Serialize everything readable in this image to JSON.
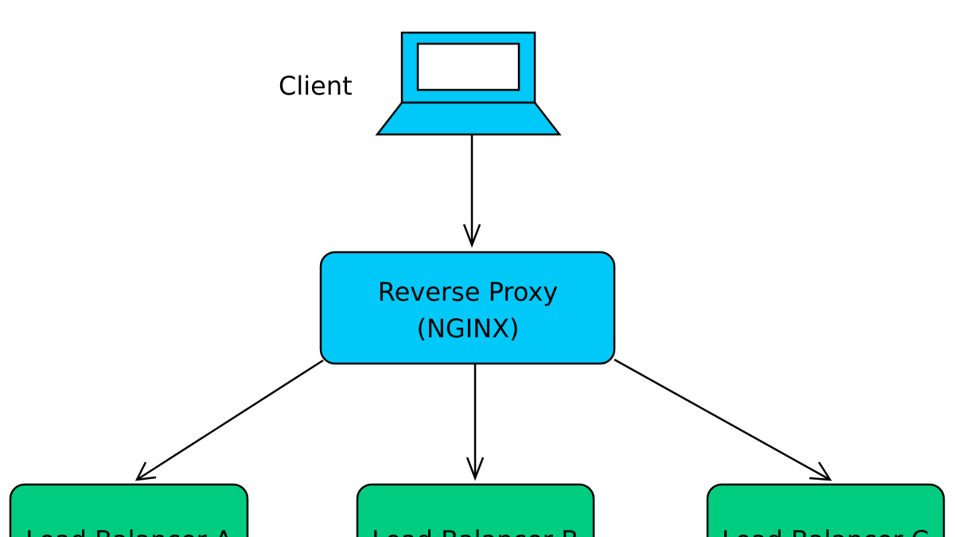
{
  "diagram": {
    "client": {
      "label": "Client",
      "icon": "laptop-icon",
      "color": "#00c8f8"
    },
    "proxy": {
      "line1": "Reverse Proxy",
      "line2": "(NGINX)",
      "color": "#00c8f8"
    },
    "balancers": [
      {
        "label": "Load Balancer A",
        "color": "#00cc80"
      },
      {
        "label": "Load Balancer B",
        "color": "#00cc80"
      },
      {
        "label": "Load Balancer C",
        "color": "#00cc80"
      }
    ],
    "edges": [
      {
        "from": "Client",
        "to": "Reverse Proxy"
      },
      {
        "from": "Reverse Proxy",
        "to": "Load Balancer A"
      },
      {
        "from": "Reverse Proxy",
        "to": "Load Balancer B"
      },
      {
        "from": "Reverse Proxy",
        "to": "Load Balancer C"
      }
    ]
  }
}
